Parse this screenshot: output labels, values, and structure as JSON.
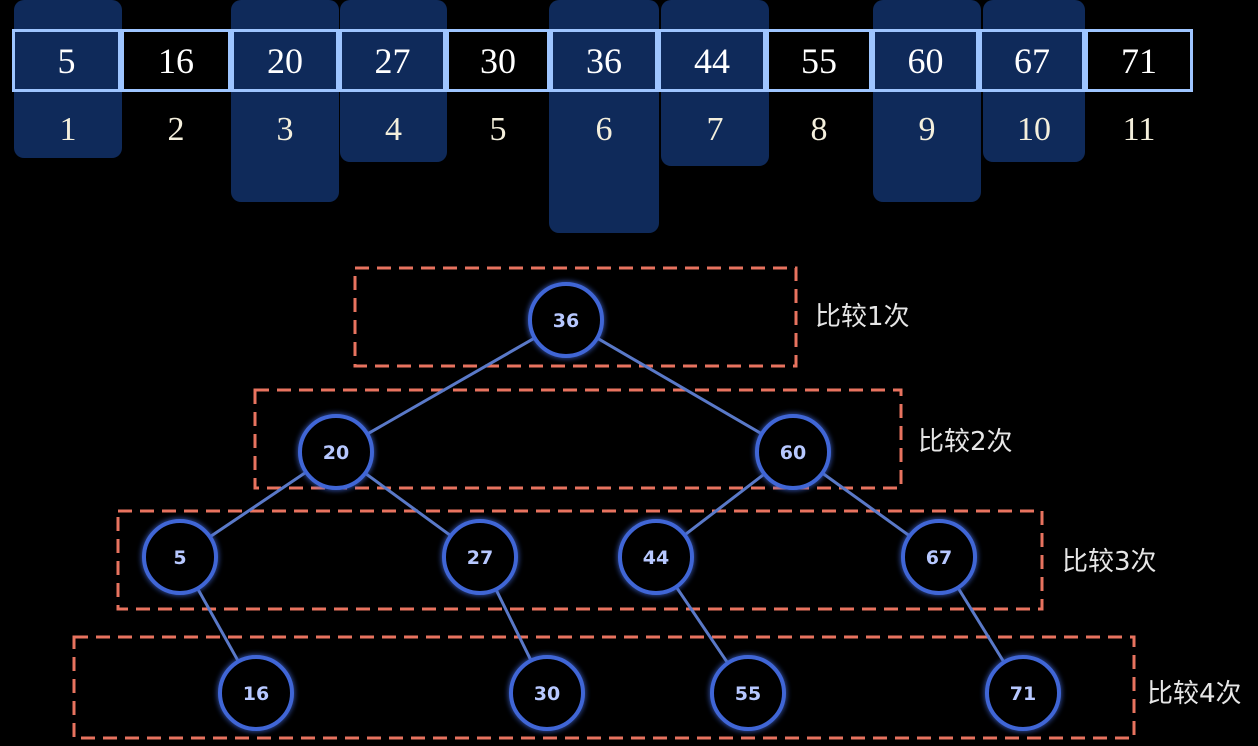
{
  "array": {
    "cells": [
      {
        "value": "5",
        "index": "1",
        "highlighted": true
      },
      {
        "value": "16",
        "index": "2",
        "highlighted": false
      },
      {
        "value": "20",
        "index": "3",
        "highlighted": true
      },
      {
        "value": "27",
        "index": "4",
        "highlighted": true
      },
      {
        "value": "30",
        "index": "5",
        "highlighted": false
      },
      {
        "value": "36",
        "index": "6",
        "highlighted": true
      },
      {
        "value": "44",
        "index": "7",
        "highlighted": true
      },
      {
        "value": "55",
        "index": "8",
        "highlighted": false
      },
      {
        "value": "60",
        "index": "9",
        "highlighted": true
      },
      {
        "value": "67",
        "index": "10",
        "highlighted": true
      },
      {
        "value": "71",
        "index": "11",
        "highlighted": false
      }
    ]
  },
  "tree": {
    "levels": [
      {
        "label": "比较1次",
        "nodes": [
          "36"
        ]
      },
      {
        "label": "比较2次",
        "nodes": [
          "20",
          "60"
        ]
      },
      {
        "label": "比较3次",
        "nodes": [
          "5",
          "27",
          "44",
          "67"
        ]
      },
      {
        "label": "比较4次",
        "nodes": [
          "16",
          "30",
          "55",
          "71"
        ]
      }
    ],
    "edges": [
      [
        "36",
        "20"
      ],
      [
        "36",
        "60"
      ],
      [
        "20",
        "5"
      ],
      [
        "20",
        "27"
      ],
      [
        "60",
        "44"
      ],
      [
        "60",
        "67"
      ],
      [
        "5",
        "16"
      ],
      [
        "27",
        "30"
      ],
      [
        "44",
        "55"
      ],
      [
        "67",
        "71"
      ]
    ]
  },
  "colors": {
    "background": "#000000",
    "highlight_fill": "#0f2a5a",
    "cell_border": "#9ec5ff",
    "node_ring": "#3f66d6",
    "node_text": "#b7c8ff",
    "edge": "#5a79c8",
    "dashed_box": "#e8735f",
    "label_text": "#e6e6e6"
  }
}
